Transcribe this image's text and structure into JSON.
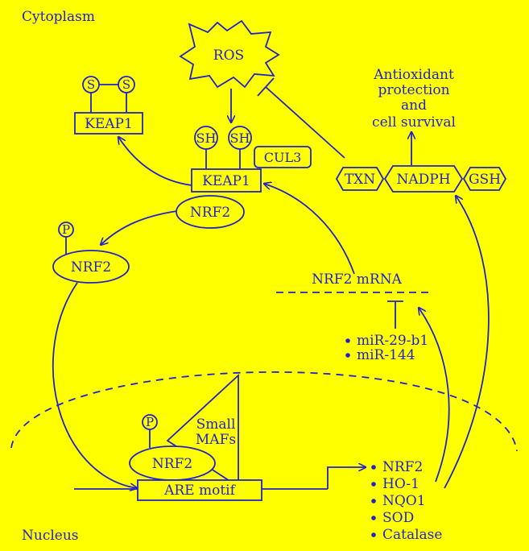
{
  "regions": {
    "cytoplasm": "Cytoplasm",
    "nucleus": "Nucleus"
  },
  "nodes": {
    "ros": "ROS",
    "keap1_oxidized": "KEAP1",
    "keap1_bound": "KEAP1",
    "cul3": "CUL3",
    "nrf2_bound": "NRF2",
    "nrf2_free": "NRF2",
    "nrf2_nuclear": "NRF2",
    "small_mafs_line1": "Small",
    "small_mafs_line2": "MAFs",
    "are_motif": "ARE motif",
    "txn": "TXN",
    "nadph": "NADPH",
    "gsh": "GSH",
    "nrf2_mrna": "NRF2 mRNA",
    "disulfide_s1": "S",
    "disulfide_s2": "S",
    "thiol_sh1": "SH",
    "thiol_sh2": "SH",
    "phospho_p1": "P",
    "phospho_p2": "P"
  },
  "outcome": {
    "line1": "Antioxidant",
    "line2": "protection",
    "line3": "and",
    "line4": "cell survival"
  },
  "mirnas": [
    "miR-29-b1",
    "miR-144"
  ],
  "target_genes": [
    "NRF2",
    "HO-1",
    "NQO1",
    "SOD",
    "Catalase"
  ],
  "colors": {
    "background": "#ffff00",
    "ink": "#2222cc"
  }
}
